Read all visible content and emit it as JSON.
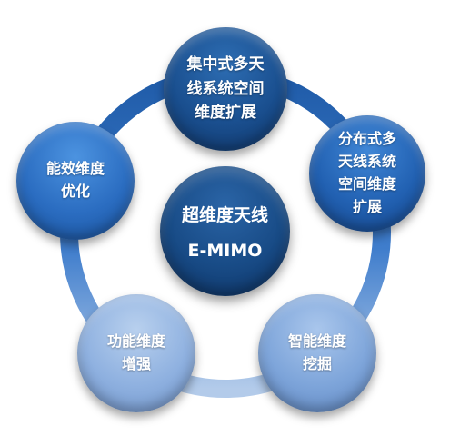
{
  "nodes": {
    "top": "集中式多天\n线系统空间\n维度扩展",
    "right": "分布式多\n天线系统\n空间维度\n扩展",
    "left": "能效维度\n优化",
    "bottom_left": "功能维度\n增强",
    "bottom_right": "智能维度\n挖掘"
  },
  "center": {
    "title": "超维度天线",
    "subtitle": "E-MIMO"
  },
  "colors": {
    "ring_dark": "#1f5ba8",
    "ring_light": "#a9c1e3",
    "center": "#184b86"
  }
}
